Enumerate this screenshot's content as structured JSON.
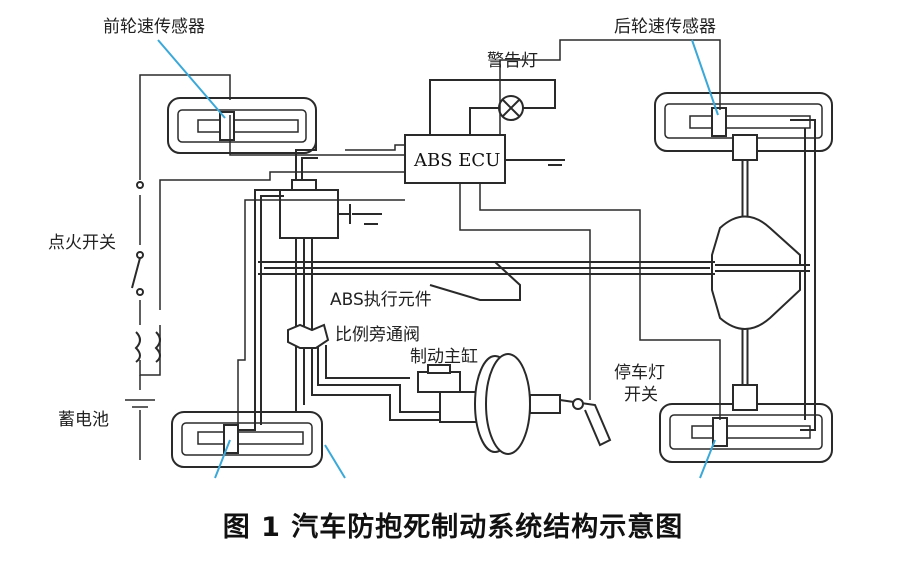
{
  "labels": {
    "front_sensor": "前轮速传感器",
    "rear_sensor": "后轮速传感器",
    "warning_lamp": "警告灯",
    "ecu": "ABS ECU",
    "ignition": "点火开关",
    "actuator": "ABS执行元件",
    "proportion_valve": "比例旁通阀",
    "master_cylinder": "制动主缸",
    "stop_lamp_line1": "停车灯",
    "stop_lamp_line2": "开关",
    "battery": "蓄电池"
  },
  "caption": "图 1  汽车防抱死制动系统结构示意图",
  "colors": {
    "sensor_pointer": "#3aa8d8",
    "line": "#2a2a2a"
  }
}
